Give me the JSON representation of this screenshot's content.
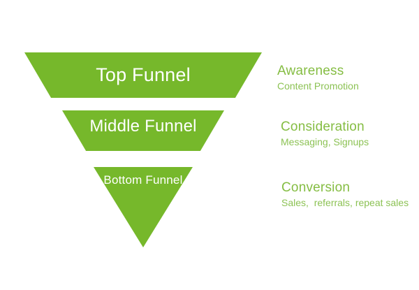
{
  "diagram": {
    "type": "funnel",
    "orientation": "inverted",
    "colors": {
      "funnel_fill": "#76b82b",
      "funnel_label_text": "#ffffff",
      "annotation_heading_text": "#85bd43",
      "annotation_subtext_text": "#8cc254",
      "background": "#ffffff"
    },
    "stages": [
      {
        "label": "Top Funnel",
        "heading": "Awareness",
        "subtext": "Content Promotion"
      },
      {
        "label": "Middle Funnel",
        "heading": "Consideration",
        "subtext": "Messaging, Signups"
      },
      {
        "label": "Bottom Funnel",
        "heading": "Conversion",
        "subtext": "Sales,  referrals, repeat sales"
      }
    ]
  }
}
